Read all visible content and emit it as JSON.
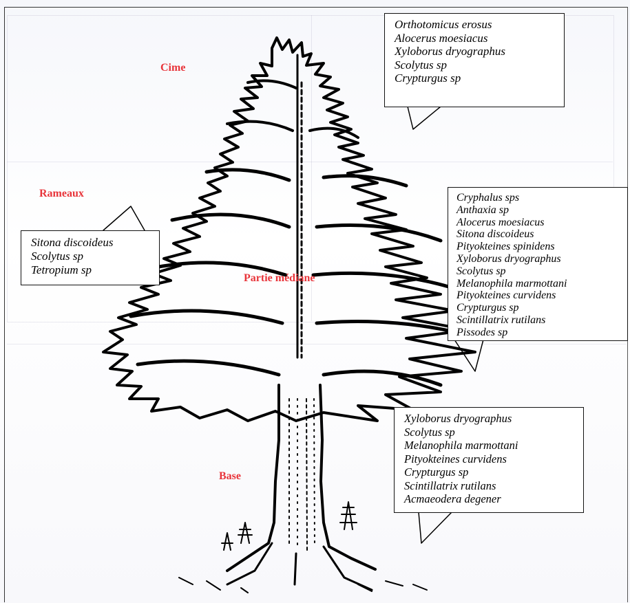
{
  "zones": {
    "cime": "Cime",
    "rameaux": "Rameaux",
    "partie_mediane": "Partie médiane",
    "base": "Base"
  },
  "boxes": {
    "cime": [
      "Orthotomicus erosus",
      "Alocerus moesiacus",
      "Xyloborus dryographus",
      "Scolytus sp",
      "Crypturgus sp"
    ],
    "rameaux": [
      "Sitona discoideus",
      "Scolytus sp",
      "Tetropium sp"
    ],
    "partie_mediane": [
      "Cryphalus sps",
      "Anthaxia sp",
      "Alocerus moesiacus",
      "Sitona discoideus",
      "Pityokteines spinidens",
      "Xyloborus dryographus",
      "Scolytus sp",
      "Melanophila marmottani",
      "Pityokteines curvidens",
      "Crypturgus sp",
      "Scintillatrix rutilans",
      "Pissodes sp"
    ],
    "base": [
      "Xyloborus dryographus",
      "Scolytus sp",
      "Melanophila marmottani",
      "Pityokteines curvidens",
      "Crypturgus sp",
      "Scintillatrix rutilans",
      "Acmaeodera degener"
    ]
  },
  "colors": {
    "zone_label": "#e8343a",
    "ink": "#000000",
    "ghost": "#3c3c78"
  }
}
